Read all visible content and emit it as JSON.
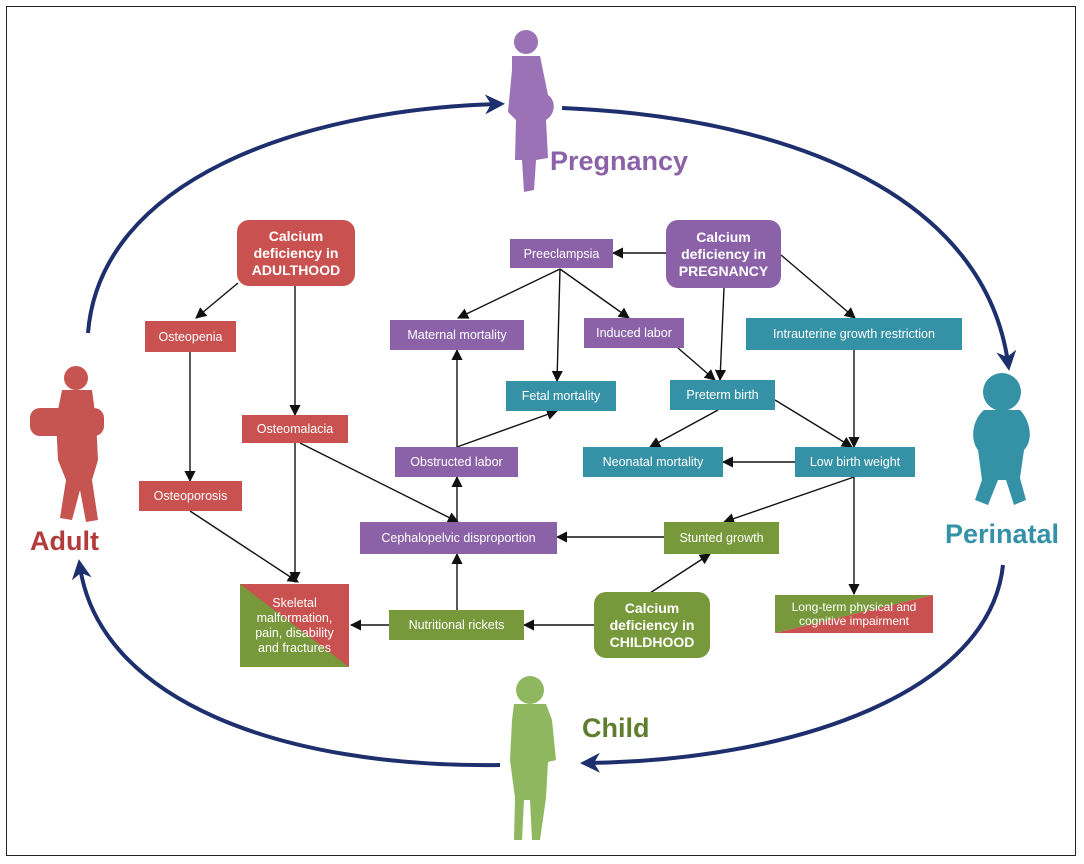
{
  "colors": {
    "adult": "#c9514f",
    "pregnancy": "#8b62a8",
    "perinatal": "#3591a6",
    "child": "#77993b",
    "arrow": "#1e2f6e"
  },
  "stages": {
    "pregnancy": "Pregnancy",
    "perinatal": "Perinatal",
    "child": "Child",
    "adult": "Adult"
  },
  "boxes": {
    "adulthood": "Calcium deficiency in ADULTHOOD",
    "osteopenia": "Osteopenia",
    "osteomalacia": "Osteomalacia",
    "osteoporosis": "Osteoporosis",
    "skeletal": "Skeletal malformation, pain, disability and fractures",
    "pregnancy": "Calcium deficiency in PREGNANCY",
    "preeclampsia": "Preeclampsia",
    "maternal_mortality": "Maternal mortality",
    "induced_labor": "Induced labor",
    "fetal_mortality": "Fetal mortality",
    "obstructed_labor": "Obstructed labor",
    "cephalopelvic": "Cephalopelvic disproportion",
    "iugr": "Intrauterine growth restriction",
    "preterm_birth": "Preterm birth",
    "neonatal_mortality": "Neonatal mortality",
    "low_birth_weight": "Low birth weight",
    "stunted_growth": "Stunted growth",
    "longterm": "Long-term physical and cognitive impairment",
    "childhood": "Calcium deficiency in CHILDHOOD",
    "rickets": "Nutritional rickets"
  }
}
